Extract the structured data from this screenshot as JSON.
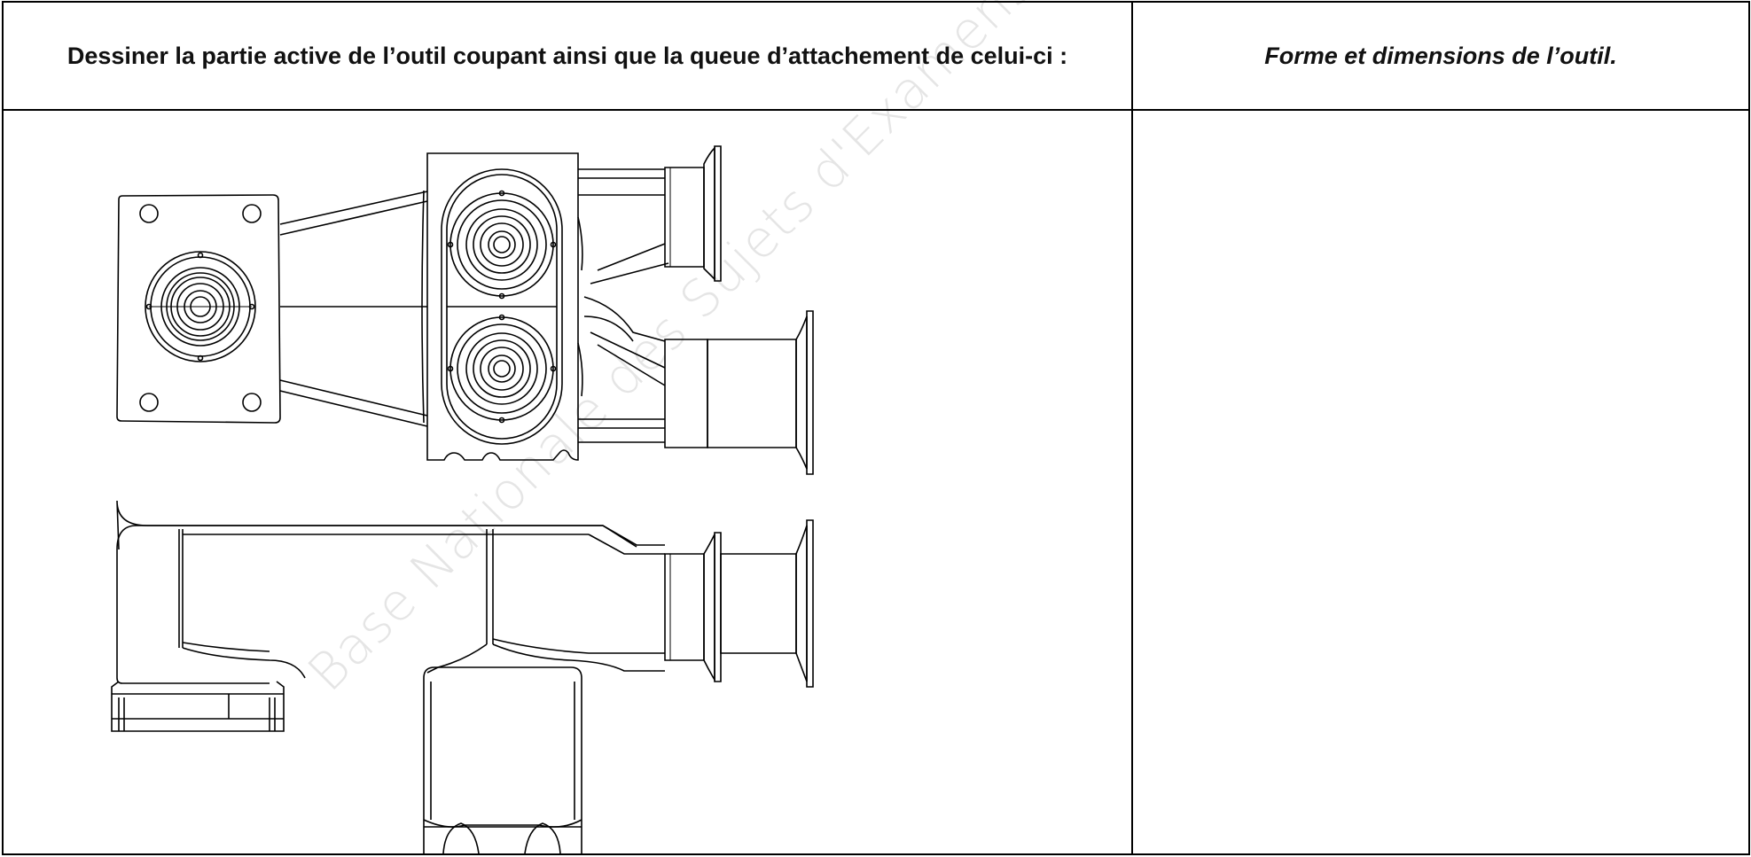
{
  "header": {
    "left_instruction": "Dessiner la partie active de l’outil coupant ainsi que la queue d’attachement de celui-ci :",
    "right_title": "Forme et dimensions de l’outil."
  },
  "watermark": {
    "text": "Base Nationale des Sujets d'Examens de l'enseignement"
  },
  "drawing": {
    "views": [
      "plan-view",
      "front-view"
    ],
    "line_color": "#000000"
  },
  "answer_area": {
    "content": ""
  }
}
